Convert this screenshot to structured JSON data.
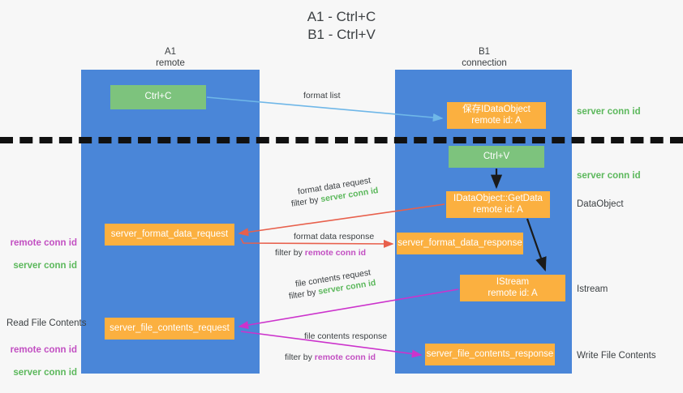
{
  "title": "A1 - Ctrl+C\nB1 - Ctrl+V",
  "lanes": {
    "a1": {
      "header": "A1\nremote"
    },
    "b1": {
      "header": "B1\nconnection"
    }
  },
  "nodes": {
    "ctrl_c": "Ctrl+C",
    "save_idataobject": "保存IDataObject\nremote id: A",
    "ctrl_v": "Ctrl+V",
    "getdata": "IDataObject::GetData\nremote id: A",
    "istream": "IStream\nremote id: A",
    "server_format_data_request": "server_format_data_request",
    "server_format_data_response": "server_format_data_response",
    "server_file_contents_request": "server_file_contents_request",
    "server_file_contents_response": "server_file_contents_response"
  },
  "edge_labels": {
    "format_list": "format list",
    "format_data_request": "format data request",
    "format_data_request_filter_prefix": "filter by ",
    "format_data_request_filter_value": "server conn id",
    "format_data_response": "format data response",
    "format_data_response_filter_prefix": "filter by ",
    "format_data_response_filter_value": "remote conn id",
    "file_contents_request": "file contents request",
    "file_contents_request_filter_prefix": "filter by ",
    "file_contents_request_filter_value": "server conn id",
    "file_contents_response": "file contents response",
    "file_contents_response_filter_prefix": "filter by ",
    "file_contents_response_filter_value": "remote conn id"
  },
  "annotations": {
    "server_conn_id_top": "server conn id",
    "server_conn_id_mid": "server conn id",
    "dataobject": "DataObject",
    "istream": "Istream",
    "write_file_contents": "Write File Contents",
    "read_file_contents": "Read File Contents",
    "remote_conn_id_a": "remote conn id",
    "server_conn_id_a": "server conn id",
    "remote_conn_id_b": "remote conn id",
    "server_conn_id_b": "server conn id"
  },
  "colors": {
    "lane": "#4a86d8",
    "green_box": "#7dc37d",
    "orange_box": "#fbb040",
    "green_text": "#5cb85c",
    "magenta_text": "#c24fc2",
    "arrow_blue": "#6fb7e8",
    "arrow_red": "#e8604c",
    "arrow_magenta": "#cc33cc",
    "arrow_black": "#1a1a1a",
    "background": "#f7f7f7"
  }
}
